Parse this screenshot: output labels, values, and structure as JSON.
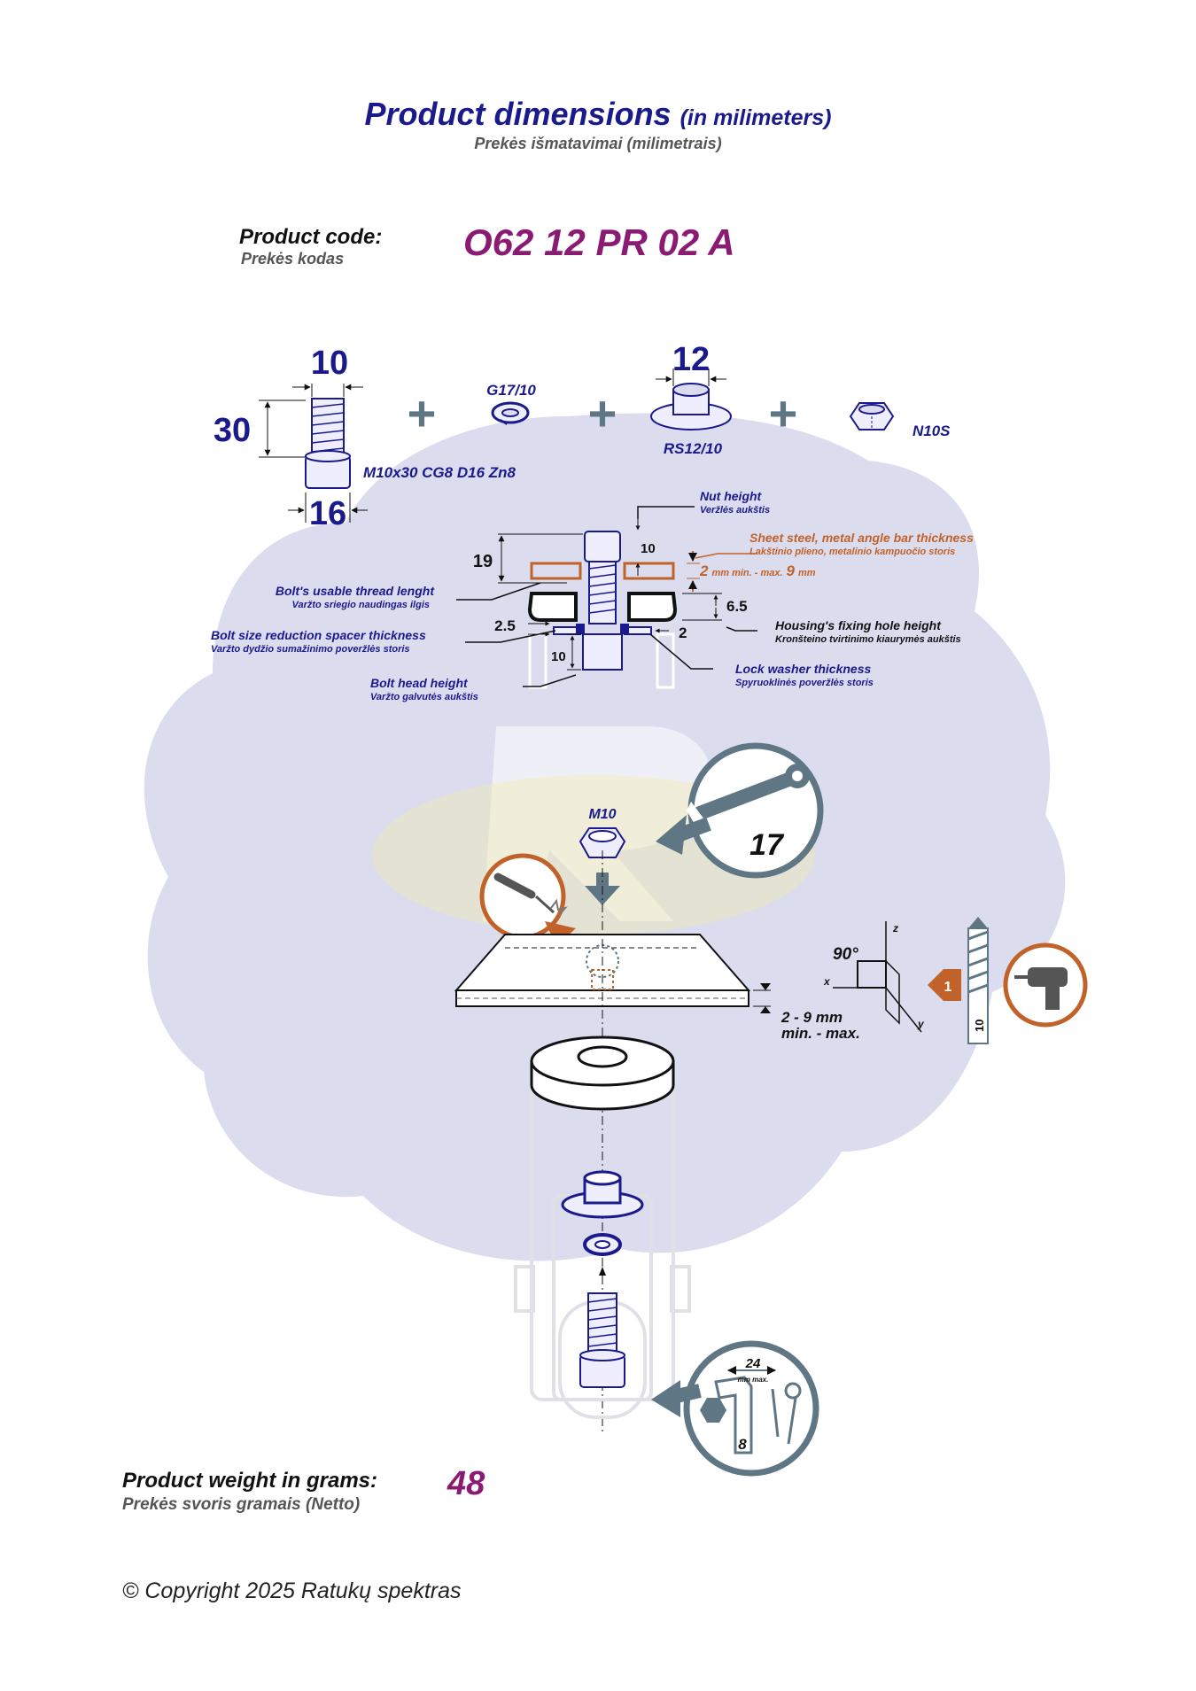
{
  "header": {
    "title": "Product dimensions",
    "title_unit": "(in milimeters)",
    "subtitle": "Prekės išmatavimai (milimetrais)"
  },
  "product_code": {
    "label": "Product code:",
    "label_lt": "Prekės kodas",
    "value": "O62 12 PR 02 A"
  },
  "parts": {
    "bolt": {
      "width": "10",
      "length": "30",
      "head": "16",
      "spec": "M10x30 CG8 D16 Zn8"
    },
    "lock_washer": "G17/10",
    "flat_washer": {
      "inner": "12",
      "code": "RS12/10"
    },
    "nut": "N10S",
    "plus": "+"
  },
  "assembly": {
    "dim_19": "19",
    "dim_10_nut": "10",
    "dim_6_5": "6.5",
    "dim_2_5": "2.5",
    "dim_2": "2",
    "dim_10_head": "10",
    "nut_height": "Nut height",
    "nut_height_lt": "Veržlės aukštis",
    "sheet": "Sheet steel, metal angle bar thickness",
    "sheet_lt": "Lakštinio plieno, metalinio kampuočio storis",
    "sheet_range_a": "2",
    "sheet_range_b": "mm min. - max.",
    "sheet_range_c": "9",
    "sheet_range_d": "mm",
    "thread": "Bolt's usable thread lenght",
    "thread_lt": "Varžto sriegio naudingas ilgis",
    "housing": "Housing's fixing hole height",
    "housing_lt": "Kronšteino tvirtinimo kiaurymės aukštis",
    "spacer": "Bolt size reduction spacer thickness",
    "spacer_lt": "Varžto dydžio sumažinimo poveržlės storis",
    "lockw": "Lock washer thickness",
    "lockw_lt": "Spyruoklinės poveržlės storis",
    "head": "Bolt head height",
    "head_lt": "Varžto galvutės aukštis"
  },
  "install": {
    "nut_label": "M10",
    "wrench_size": "17",
    "angle": "90°",
    "axis_z": "z",
    "axis_x": "x",
    "axis_y": "y",
    "step": "1",
    "drill_size": "10",
    "plate_range": "2 - 9 mm",
    "plate_range_sub": "min. - max.",
    "hex_key_max": "24",
    "hex_key_max_sub": "mm max.",
    "hex_key_size": "8"
  },
  "weight": {
    "label": "Product weight in grams:",
    "label_lt": "Prekės svoris gramais (Netto)",
    "value": "48"
  },
  "footer": {
    "copyright": "© Copyright 2025 Ratukų spektras"
  },
  "colors": {
    "navy": "#1a1a8c",
    "orange": "#c0622a",
    "magenta": "#8b1a72",
    "steel": "#5f7684",
    "blob": "#dcdcef"
  }
}
